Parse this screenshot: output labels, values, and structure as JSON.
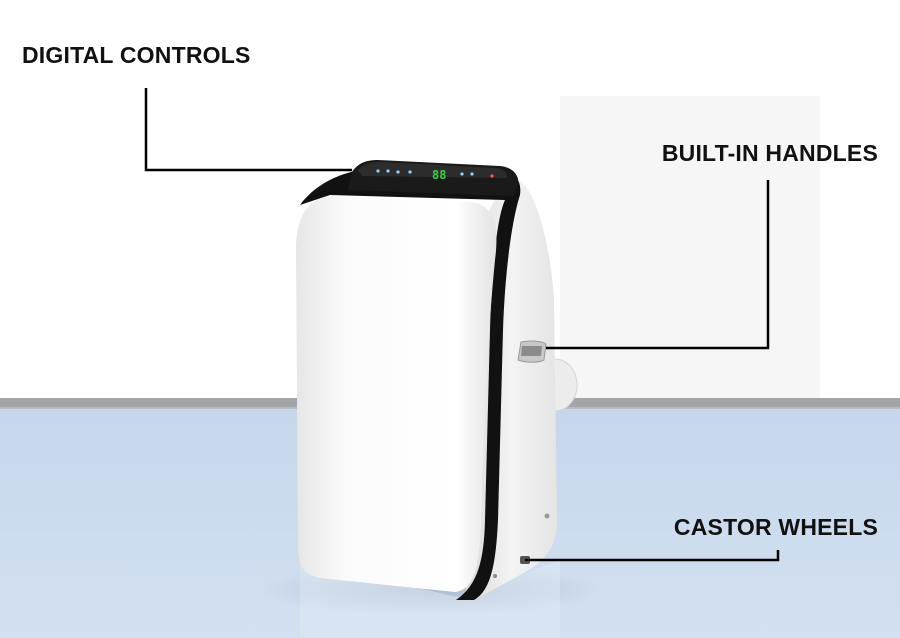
{
  "callouts": {
    "digital_controls": "DIGITAL CONTROLS",
    "built_in_handles": "BUILT-IN HANDLES",
    "castor_wheels": "CASTOR WHEELS"
  },
  "display": {
    "readout": "88"
  },
  "colors": {
    "wall": "#ffffff",
    "floor": "#cad8ec",
    "baseboard": "#a3a6a9",
    "body": "#f7f7f7",
    "trim": "#111111",
    "leader_line": "#000000",
    "display_green": "#34d04a"
  }
}
